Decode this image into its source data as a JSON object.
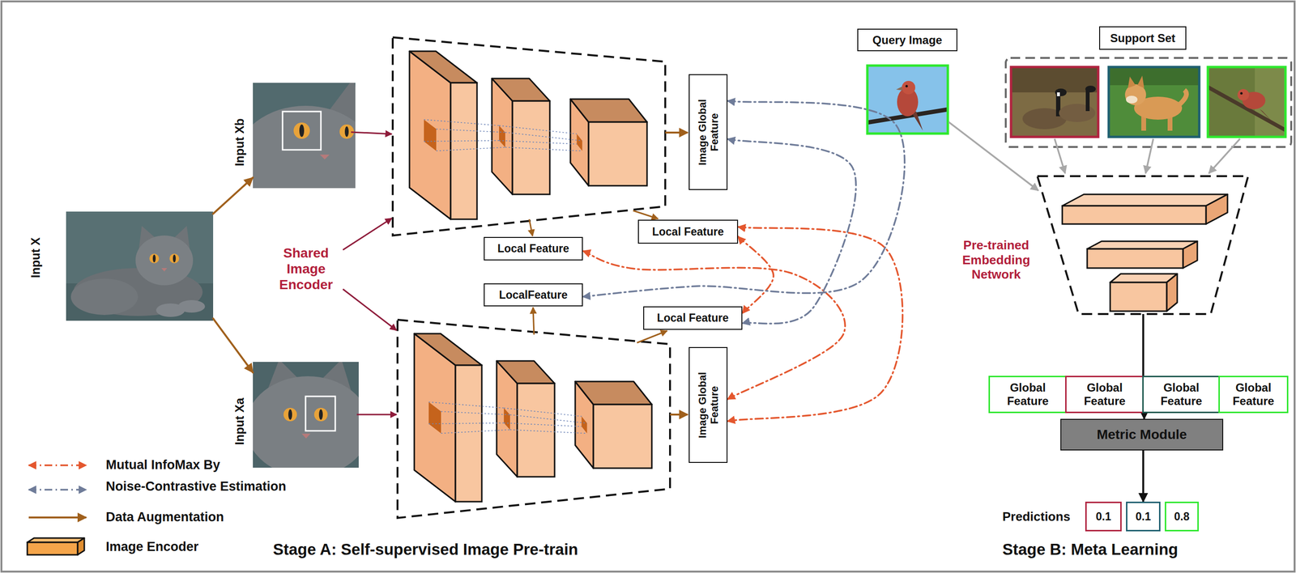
{
  "diagram": {
    "nodes": [
      {
        "text": [
          "Input X"
        ]
      },
      {
        "text": [
          "Input Xb"
        ]
      },
      {
        "text": [
          "Input Xa"
        ]
      },
      {
        "text": [
          "Local Feature"
        ]
      },
      {
        "text": [
          "Local Feature"
        ]
      },
      {
        "text": [
          "LocalFeature"
        ]
      },
      {
        "text": [
          "Local Feature"
        ]
      },
      {
        "text": [
          "Image Global Feature"
        ]
      },
      {
        "text": [
          "Image Global Feature"
        ]
      },
      {
        "text": [
          "Query Image"
        ]
      },
      {
        "text": [
          "Support Set"
        ]
      },
      {
        "text": [
          "Global Feature"
        ]
      },
      {
        "text": [
          "Global Feature"
        ]
      },
      {
        "text": [
          "Global Feature"
        ]
      },
      {
        "text": [
          "Global Feature"
        ]
      },
      {
        "text": [
          "Metric Module"
        ]
      },
      {
        "text": [
          "0.1"
        ]
      },
      {
        "text": [
          "0.1"
        ]
      },
      {
        "text": [
          "0.8"
        ]
      }
    ],
    "edges": [
      {
        "from": 0,
        "to": 1,
        "arrow": "to"
      },
      {
        "from": 0,
        "to": 2,
        "arrow": "to"
      },
      {
        "from": 3,
        "to": 8,
        "arrow": "both"
      },
      {
        "from": 4,
        "to": 6,
        "arrow": "both"
      },
      {
        "from": 4,
        "to": 8,
        "arrow": "both"
      },
      {
        "from": 7,
        "to": 6,
        "arrow": "both"
      },
      {
        "from": 7,
        "to": 5,
        "arrow": "both"
      },
      {
        "from": 12,
        "to": 15,
        "arrow": "to"
      },
      {
        "from": 15,
        "to": 17,
        "arrow": "to"
      }
    ],
    "labels": [
      "Shared Image Encoder",
      "Stage A: Self-supervised Image Pre-train",
      "Pre-trained Embedding Network",
      "Predictions",
      "Stage B: Meta Learning"
    ],
    "legend": [
      {
        "text": "Mutual InfoMax By"
      },
      {
        "text": "Noise-Contrastive Estimation"
      },
      {
        "text": "Data Augmentation"
      },
      {
        "text": "Image Encoder"
      }
    ]
  }
}
